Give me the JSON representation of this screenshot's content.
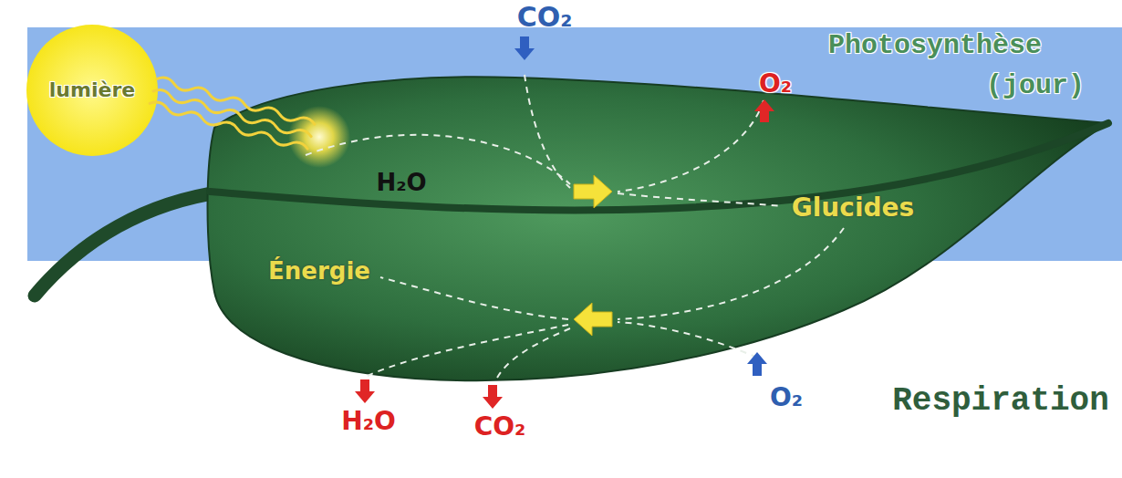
{
  "diagram": {
    "nodes": [
      {
        "text": [
          "lumière"
        ]
      },
      {
        "text": [
          "H₂O",
          "Glucides",
          "Énergie"
        ]
      }
    ],
    "labels": [
      "CO₂",
      "Photosynthèse",
      "(jour)",
      "O₂",
      "H₂O",
      "CO₂",
      "O₂",
      "Respiration"
    ]
  }
}
